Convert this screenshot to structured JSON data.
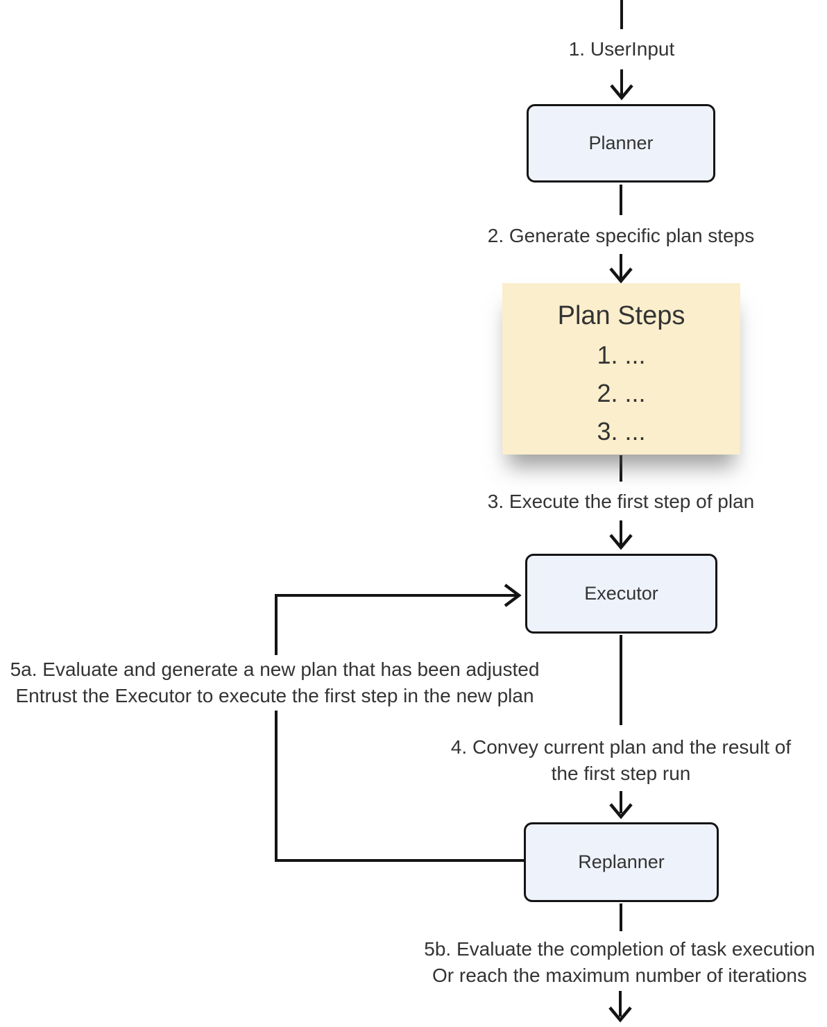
{
  "diagram": {
    "type": "flowchart",
    "nodes": {
      "planner": {
        "label": "Planner"
      },
      "executor": {
        "label": "Executor"
      },
      "replanner": {
        "label": "Replanner"
      },
      "plan_steps": {
        "title": "Plan Steps",
        "items": [
          "1. ...",
          "2. ...",
          "3. ..."
        ]
      }
    },
    "edge_labels": {
      "step1": "1. UserInput",
      "step2": "2. Generate specific plan steps",
      "step3": "3. Execute the first step of plan",
      "step4_line1": "4. Convey current plan and the result of",
      "step4_line2": "the first step run",
      "step5a_line1": "5a. Evaluate and generate a new plan that has been adjusted",
      "step5a_line2": "Entrust the Executor to execute the first step in the new plan",
      "step5b_line1": "5b. Evaluate the completion of task execution",
      "step5b_line2": "Or reach the maximum number of iterations"
    },
    "colors": {
      "node_fill": "#EEF2FB",
      "node_border": "#141414",
      "plan_fill": "#FBEECC",
      "text_color": "#333333",
      "line_color": "#141414",
      "bg": "#FFFFFF"
    }
  }
}
